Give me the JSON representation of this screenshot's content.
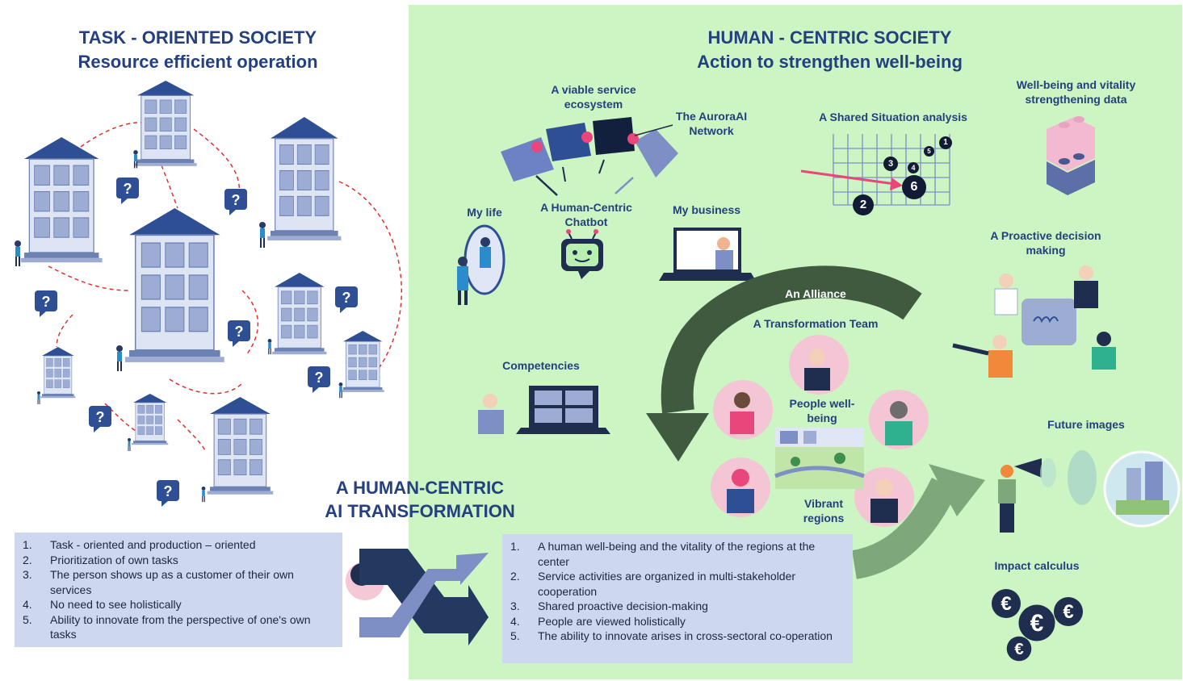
{
  "left_title": {
    "line1": "TASK - ORIENTED SOCIETY",
    "line2": "Resource efficient operation"
  },
  "right_title": {
    "line1": "HUMAN - CENTRIC SOCIETY",
    "line2": "Action to strengthen well-being"
  },
  "transformation": {
    "line1": "A HUMAN-CENTRIC",
    "line2": "AI TRANSFORMATION"
  },
  "left_list": [
    {
      "n": "1.",
      "text": "Task - oriented and production – oriented"
    },
    {
      "n": "2.",
      "text": "Prioritization of own tasks"
    },
    {
      "n": "3.",
      "text": "The person shows up as a customer of their own services"
    },
    {
      "n": "4.",
      "text": "No need to see holistically"
    },
    {
      "n": "5.",
      "text": "Ability to innovate from the perspective of one's own tasks"
    }
  ],
  "right_list": [
    {
      "n": "1.",
      "text": "A human well-being and the vitality of the regions at the center"
    },
    {
      "n": "2.",
      "text": "Service activities are organized in multi-stakeholder cooperation"
    },
    {
      "n": "3.",
      "text": "Shared proactive decision-making"
    },
    {
      "n": "4.",
      "text": "People are viewed holistically"
    },
    {
      "n": "5.",
      "text": "The ability to innovate arises in cross-sectoral co-operation"
    }
  ],
  "labels": {
    "viable_ecosystem": "A viable service ecosystem",
    "aurora_network": "The AuroraAI Network",
    "shared_situation": "A Shared Situation analysis",
    "wellbeing_data": "Well-being and vitality strengthening data",
    "my_life": "My life",
    "chatbot": "A Human-Centric Chatbot",
    "my_business": "My business",
    "proactive": "A Proactive decision making",
    "alliance": "An Alliance",
    "transformation_team": "A Transformation Team",
    "competencies": "Competencies",
    "people_wellbeing": "People well-being",
    "vibrant_regions": "Vibrant regions",
    "future_images": "Future images",
    "impact_calculus": "Impact calculus"
  },
  "grid_numbers": [
    "1",
    "2",
    "3",
    "4",
    "5",
    "6"
  ],
  "question_mark": "?",
  "euro_sign": "€",
  "colors": {
    "green_bg": "#ccf5c3",
    "navy": "#24407e",
    "box": "#cdd7ee",
    "pink": "#e9467c",
    "dark_green": "#3f5a3f"
  }
}
